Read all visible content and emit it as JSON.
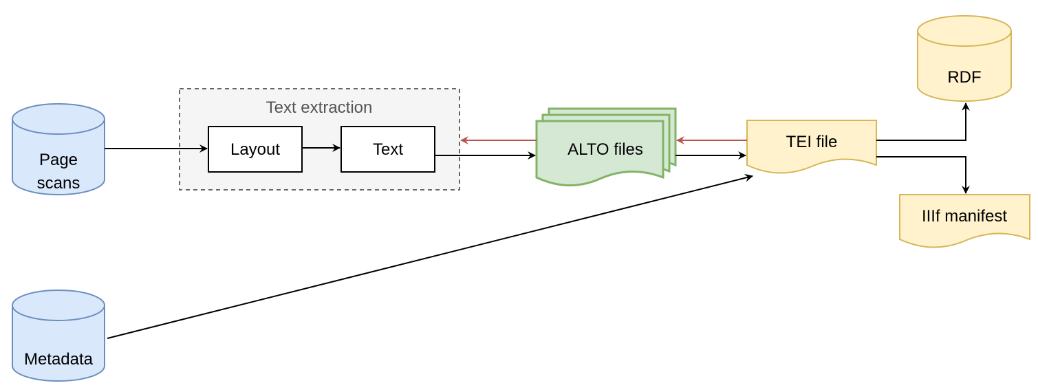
{
  "colors": {
    "database_fill": "#dae8fc",
    "database_stroke": "#6c8ebf",
    "alto_fill": "#d5e8d4",
    "alto_stroke": "#82b366",
    "document_fill": "#fff2cc",
    "document_stroke": "#d6b656",
    "group_fill": "#f5f5f5",
    "group_stroke": "#666666",
    "arrow": "#000000",
    "feedback_arrow": "#b85450"
  },
  "nodes": {
    "page_scans": {
      "line1": "Page",
      "line2": "scans"
    },
    "metadata": {
      "label": "Metadata"
    },
    "text_extraction": {
      "label": "Text extraction"
    },
    "layout": {
      "label": "Layout"
    },
    "text": {
      "label": "Text"
    },
    "alto_files": {
      "label": "ALTO files"
    },
    "tei_file": {
      "label": "TEI file"
    },
    "rdf": {
      "label": "RDF"
    },
    "iiif_manifest": {
      "label": "IIIf manifest"
    }
  },
  "edges": [
    {
      "from": "Page scans",
      "to": "Layout",
      "kind": "flow"
    },
    {
      "from": "Layout",
      "to": "Text",
      "kind": "flow"
    },
    {
      "from": "Text",
      "to": "ALTO files",
      "kind": "flow"
    },
    {
      "from": "ALTO files",
      "to": "TEI file",
      "kind": "flow"
    },
    {
      "from": "Metadata",
      "to": "TEI file",
      "kind": "flow"
    },
    {
      "from": "TEI file",
      "to": "RDF",
      "kind": "flow"
    },
    {
      "from": "TEI file",
      "to": "IIIf manifest",
      "kind": "flow"
    },
    {
      "from": "ALTO files",
      "to": "Text extraction",
      "kind": "feedback"
    },
    {
      "from": "TEI file",
      "to": "ALTO files",
      "kind": "feedback"
    }
  ]
}
